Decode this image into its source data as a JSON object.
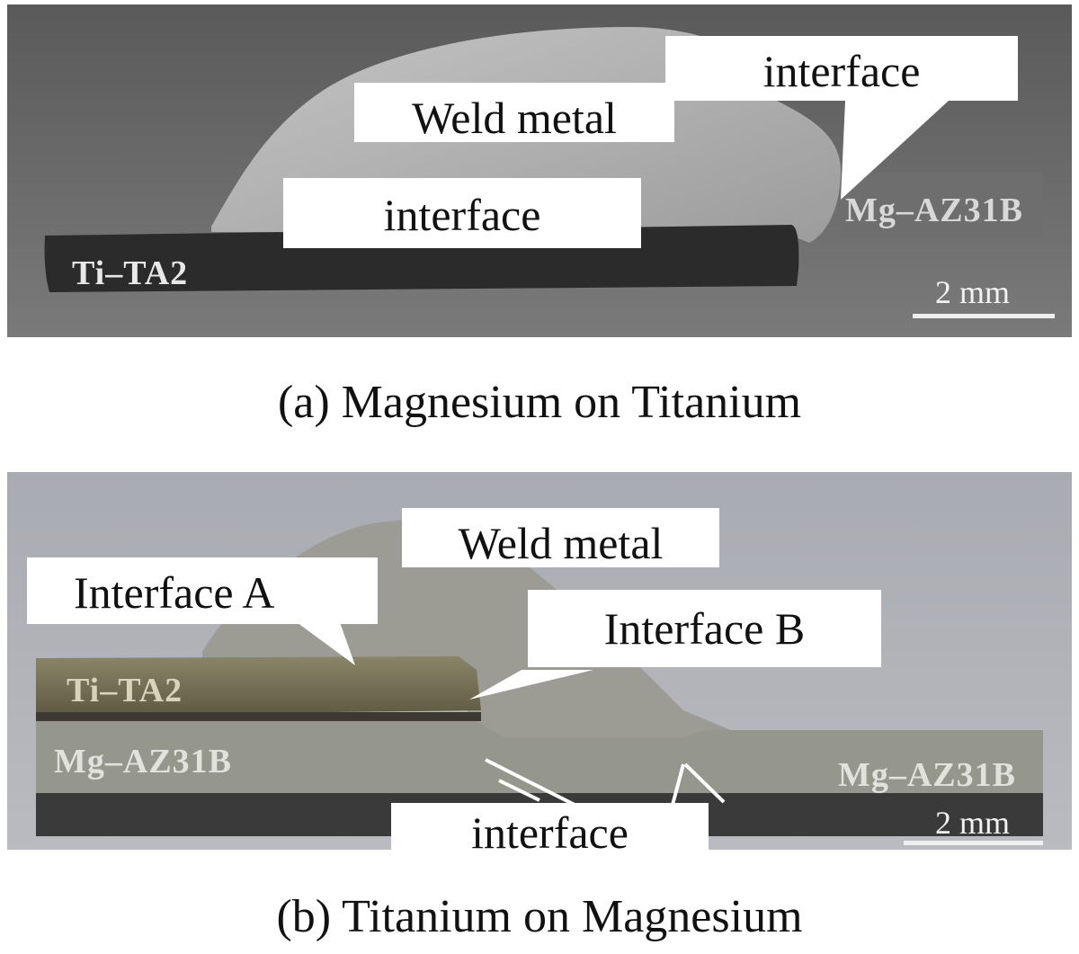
{
  "panel_a": {
    "caption": "(a) Magnesium on Titanium",
    "labels": {
      "weld_metal": "Weld metal",
      "interface_top": "interface",
      "interface_bottom": "interface"
    },
    "materials": {
      "ti": "Ti–TA2",
      "mg": "Mg–AZ31B"
    },
    "scale_bar": "2 mm"
  },
  "panel_b": {
    "caption": "(b) Titanium on Magnesium",
    "labels": {
      "weld_metal": "Weld metal",
      "interface_a": "Interface A",
      "interface_b": "Interface B",
      "interface": "interface"
    },
    "materials": {
      "ti": "Ti–TA2",
      "mg_left": "Mg–AZ31B",
      "mg_right": "Mg–AZ31B"
    },
    "scale_bar": "2 mm"
  }
}
